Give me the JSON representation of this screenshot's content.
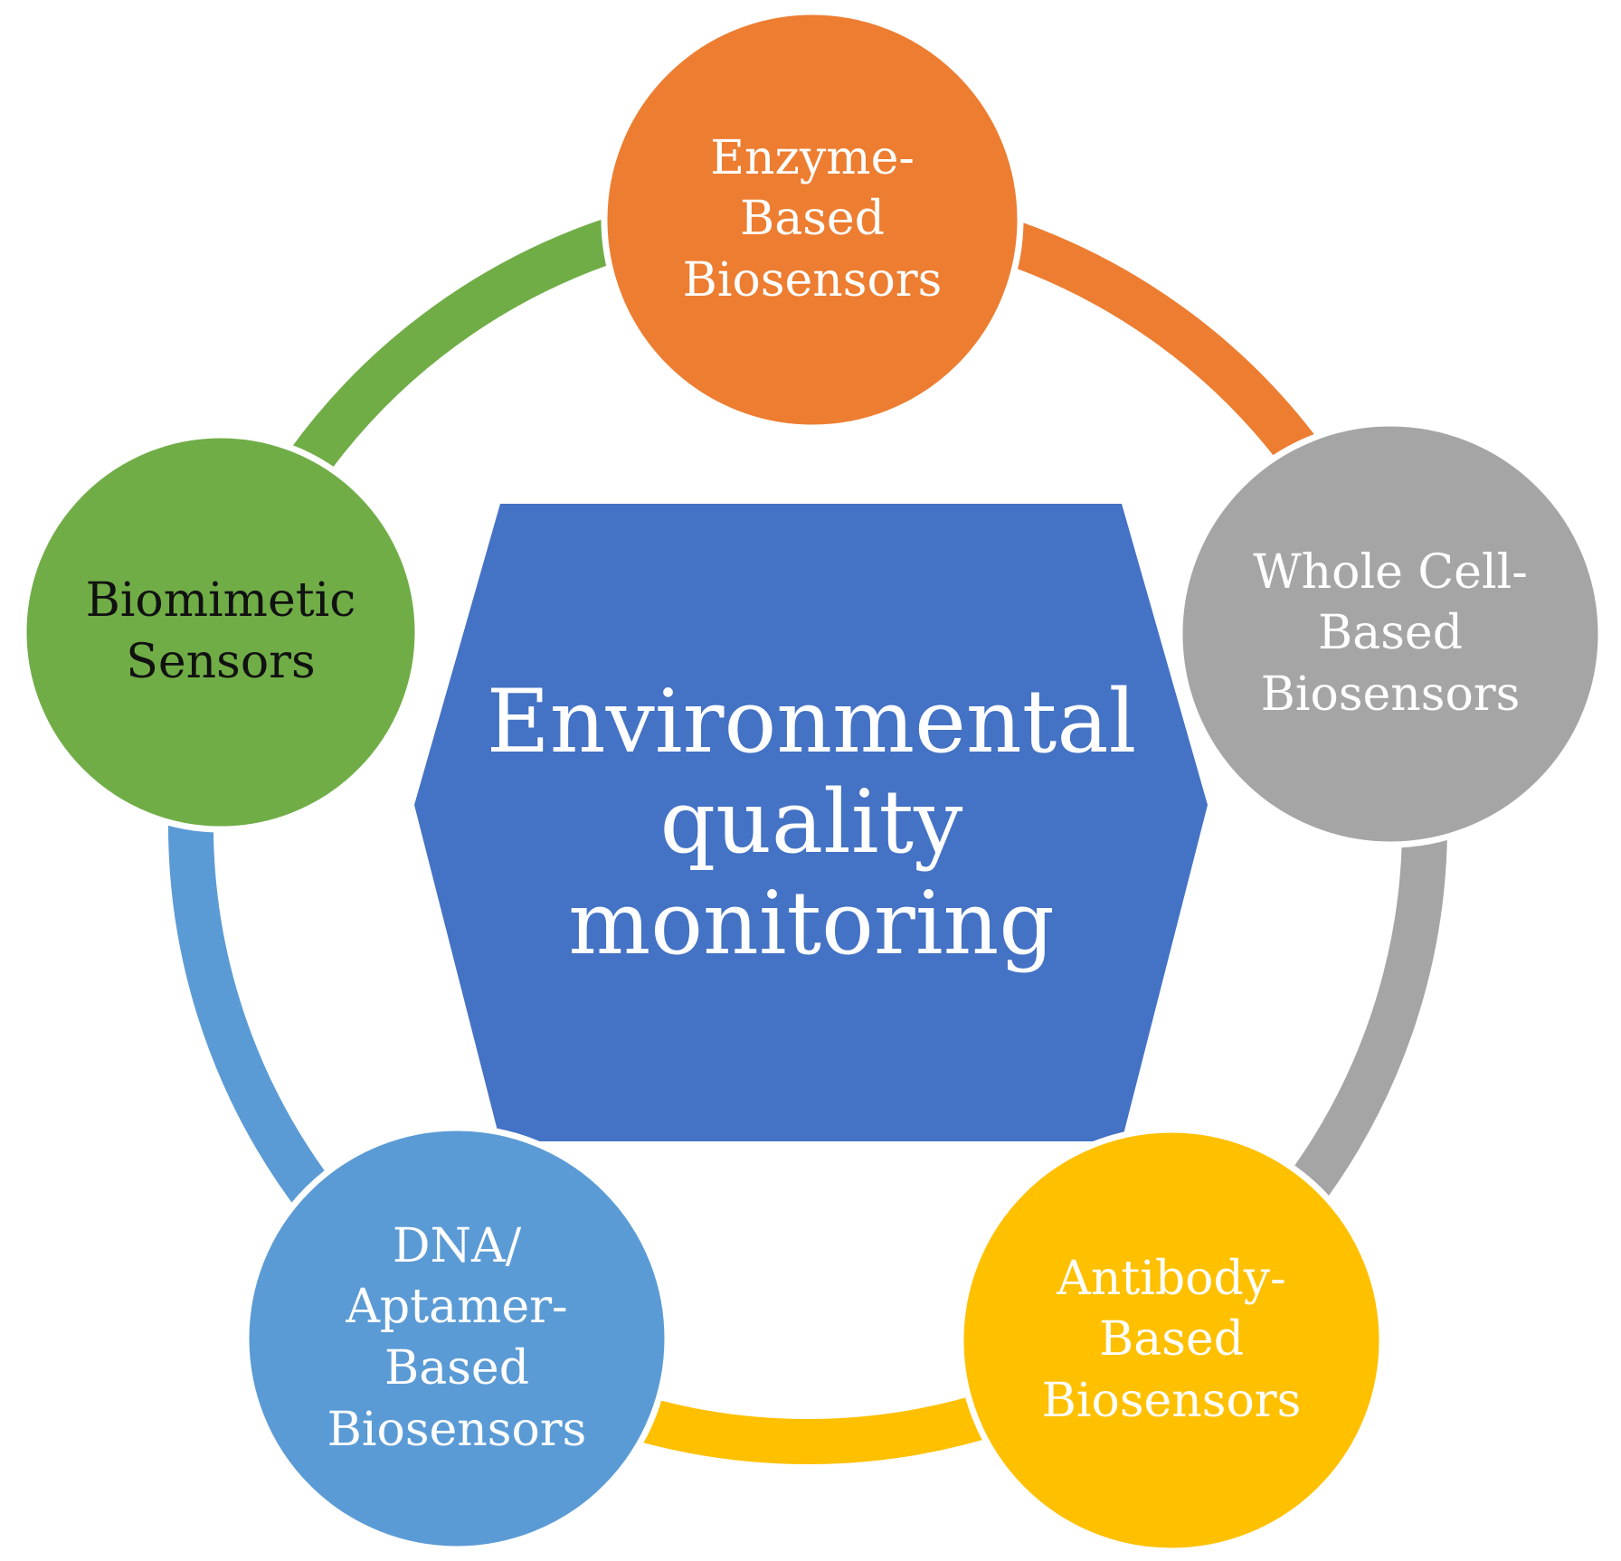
{
  "figure": {
    "background": "#FFFFFF",
    "center": {
      "shape": "hexagon",
      "color": "#4472C4",
      "text_color": "#FFFFFF",
      "lines": [
        "Environmental",
        "quality",
        "monitoring"
      ]
    },
    "nodes": [
      {
        "id": "enzyme",
        "position": "top",
        "color": "#ED7D31",
        "text_color": "#FFFFFF",
        "lines": [
          "Enzyme-",
          "Based",
          "Biosensors"
        ]
      },
      {
        "id": "whole-cell",
        "position": "right",
        "color": "#A5A5A5",
        "text_color": "#FFFFFF",
        "lines": [
          "Whole Cell-",
          "Based",
          "Biosensors"
        ]
      },
      {
        "id": "antibody",
        "position": "bottom-right",
        "color": "#FFC000",
        "text_color": "#FFFFFF",
        "lines": [
          "Antibody-",
          "Based",
          "Biosensors"
        ]
      },
      {
        "id": "dna-aptamer",
        "position": "bottom-left",
        "color": "#5B9BD5",
        "text_color": "#FFFFFF",
        "lines": [
          "DNA/",
          "Aptamer-",
          "Based",
          "Biosensors"
        ]
      },
      {
        "id": "biomimetic",
        "position": "left",
        "color": "#70AD47",
        "text_color": "#111111",
        "lines": [
          "Biomimetic",
          "Sensors"
        ]
      }
    ],
    "ring": {
      "segments": [
        {
          "from": "biomimetic",
          "to": "enzyme",
          "color": "#70AD47"
        },
        {
          "from": "enzyme",
          "to": "whole-cell",
          "color": "#ED7D31"
        },
        {
          "from": "whole-cell",
          "to": "antibody",
          "color": "#A5A5A5"
        },
        {
          "from": "antibody",
          "to": "dna-aptamer",
          "color": "#FFC000"
        },
        {
          "from": "dna-aptamer",
          "to": "biomimetic",
          "color": "#5B9BD5"
        }
      ]
    }
  }
}
